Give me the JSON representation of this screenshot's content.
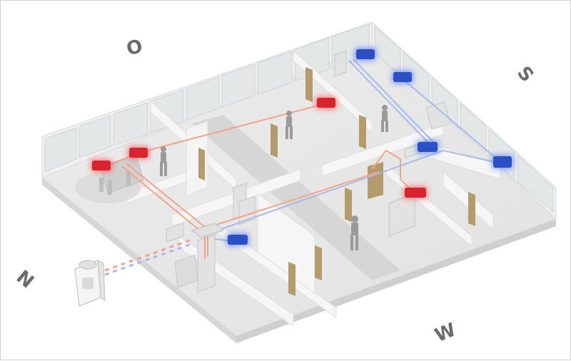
{
  "compass": {
    "north": "N",
    "east": "O",
    "south": "S",
    "west": "W"
  },
  "colors": {
    "heating_unit": "#d9232e",
    "cooling_unit": "#2b4fc4",
    "hot_pipe": "#f2a48a",
    "cold_pipe": "#a9b9e8",
    "floor": "#e9e9e9",
    "wall": "#f3f3f3",
    "door": "#b39b6c"
  }
}
